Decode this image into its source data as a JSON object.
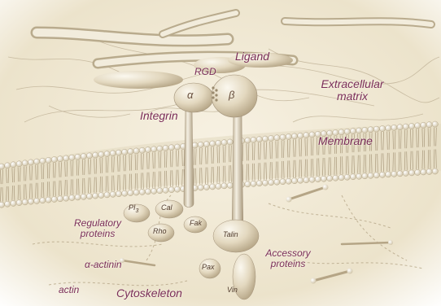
{
  "labels": {
    "ligand": "Ligand",
    "rgd": "RGD",
    "alpha": "α",
    "beta": "β",
    "integrin": "Integrin",
    "ecm_line1": "Extracellular",
    "ecm_line2": "matrix",
    "membrane": "Membrane",
    "pi3_base": "PI",
    "pi3_sub": "3",
    "cal": "Cal",
    "fak": "Fak",
    "rho": "Rho",
    "talin": "Talin",
    "regulatory_line1": "Regulatory",
    "regulatory_line2": "proteins",
    "accessory_line1": "Accessory",
    "accessory_line2": "proteins",
    "alpha_actinin": "α-actinin",
    "pax": "Pax",
    "vin": "Vin",
    "actin": "actin",
    "cytoskeleton": "Cytoskeleton"
  },
  "colors": {
    "label": "#7a2d59",
    "protein": "#e6dcc3",
    "background": "#f3ecda"
  }
}
